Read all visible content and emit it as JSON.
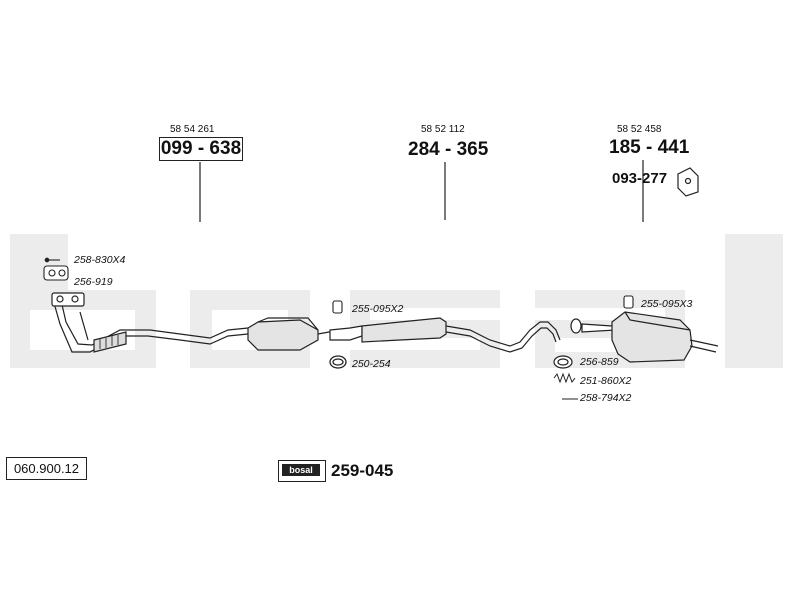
{
  "watermark": "bosal",
  "parts": [
    {
      "ref": "58 54 261",
      "code": "099 - 638"
    },
    {
      "ref": "58 52 112",
      "code": "284 - 365"
    },
    {
      "ref": "58 52 458",
      "code": "185 - 441"
    }
  ],
  "bracket_code": "093-277",
  "small_parts": [
    {
      "code": "258-830X4"
    },
    {
      "code": "256-919"
    },
    {
      "code": "255-095X2"
    },
    {
      "code": "250-254"
    },
    {
      "code": "255-095X3"
    },
    {
      "code": "256-859"
    },
    {
      "code": "251-860X2"
    },
    {
      "code": "258-794X2"
    }
  ],
  "doc_number": "060.900.12",
  "kit": {
    "logo": "bosal",
    "code": "259-045"
  }
}
